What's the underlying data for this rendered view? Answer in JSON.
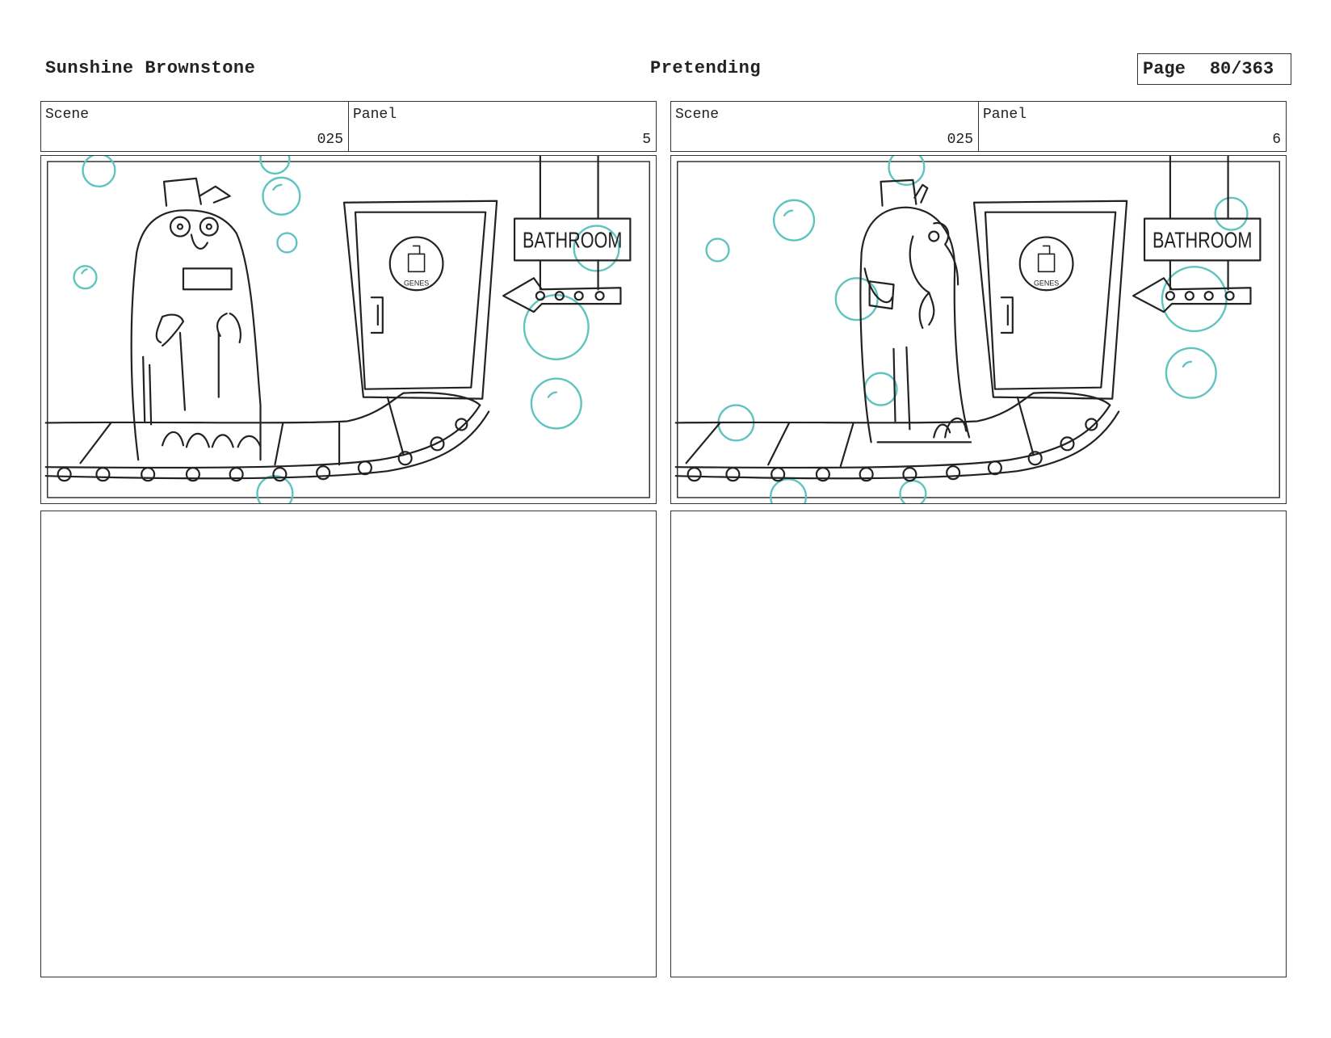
{
  "header": {
    "show_title": "Sunshine Brownstone",
    "episode_title": "Pretending",
    "page_label": "Page",
    "page_number": "80/363"
  },
  "panels": [
    {
      "scene_label": "Scene",
      "scene_value": "025",
      "panel_label": "Panel",
      "panel_value": "5",
      "sign_text": "BATHROOM",
      "door_badge_text": "GENES"
    },
    {
      "scene_label": "Scene",
      "scene_value": "025",
      "panel_label": "Panel",
      "panel_value": "6",
      "sign_text": "BATHROOM",
      "door_badge_text": "GENES"
    }
  ],
  "colors": {
    "ink": "#222222",
    "bubbles": "#5fc4bf",
    "frame": "#333333"
  }
}
